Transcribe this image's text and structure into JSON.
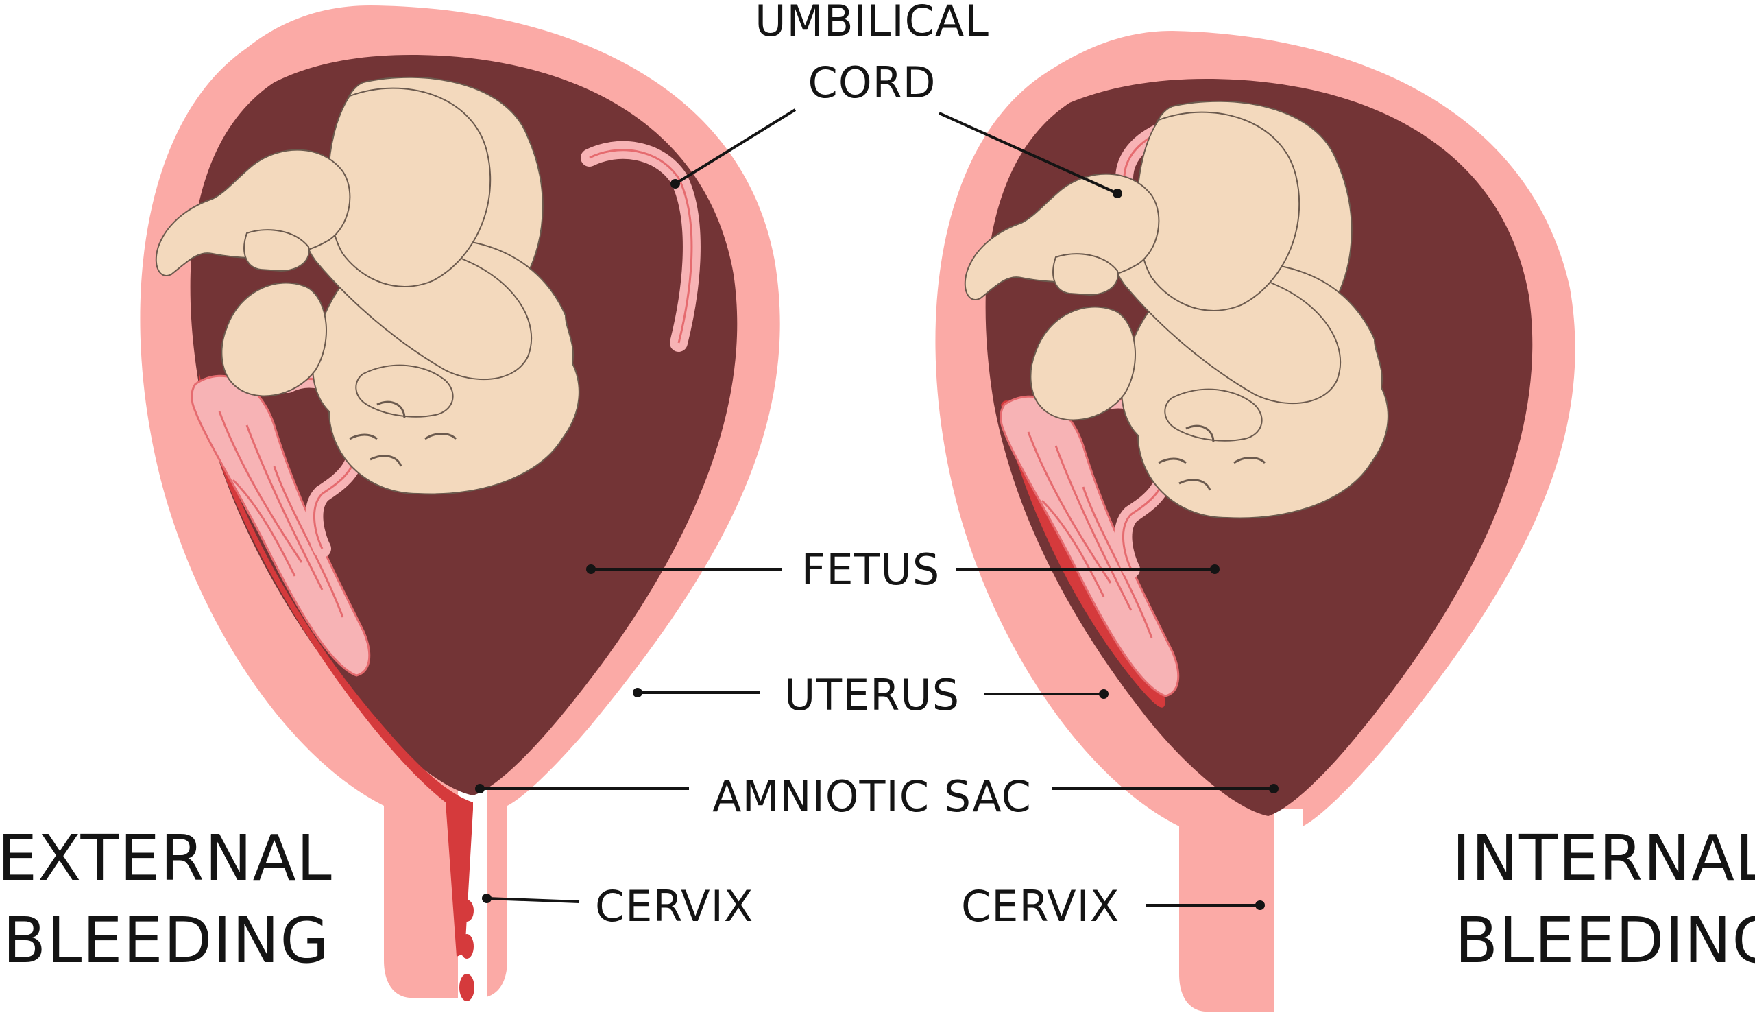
{
  "titles": {
    "left_line1": "EXTERNAL",
    "left_line2": "BLEEDING",
    "right_line1": "INTERNAL",
    "right_line2": "BLEEDING"
  },
  "labels": {
    "umbilical_cord_line1": "UMBILICAL",
    "umbilical_cord_line2": "CORD",
    "fetus": "FETUS",
    "uterus": "UTERUS",
    "amniotic_sac": "AMNIOTIC SAC",
    "cervix_left": "CERVIX",
    "cervix_right": "CERVIX"
  },
  "colors": {
    "uterus_wall": "#fbaaa6",
    "uterus_wall_edge": "#f39a95",
    "amniotic_fluid": "#733436",
    "fetus_skin": "#f3d9bd",
    "fetus_outline": "#6b5a4e",
    "placenta": "#f7b3b5",
    "placenta_veins": "#e56b6f",
    "blood": "#d53a3c",
    "text": "#141414"
  }
}
